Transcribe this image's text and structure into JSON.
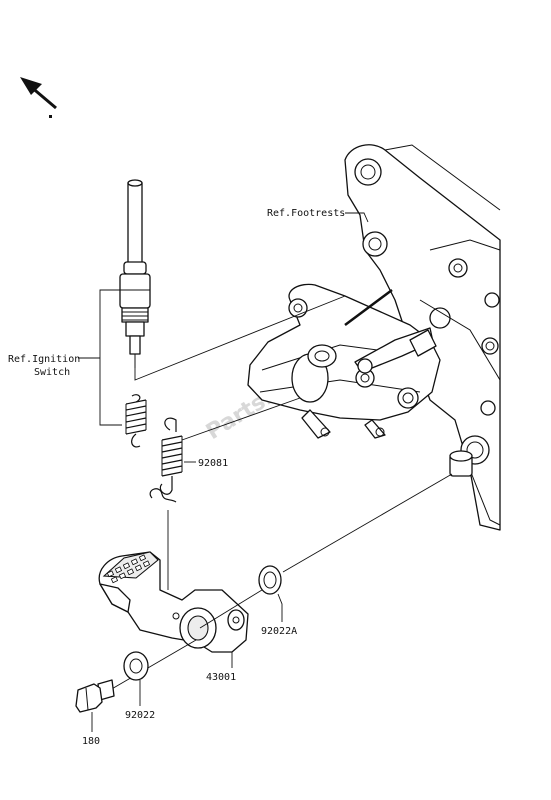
{
  "watermark": "PartsRepublik",
  "labels": {
    "ref_footrests": "Ref.Footrests",
    "ref_ignition_line1": "Ref.Ignition",
    "ref_ignition_line2": "Switch",
    "spring": "92081",
    "washer_a": "92022A",
    "pedal": "43001",
    "washer": "92022",
    "bolt": "180"
  },
  "icons": {
    "direction_arrow": "arrow-up-left-icon"
  }
}
